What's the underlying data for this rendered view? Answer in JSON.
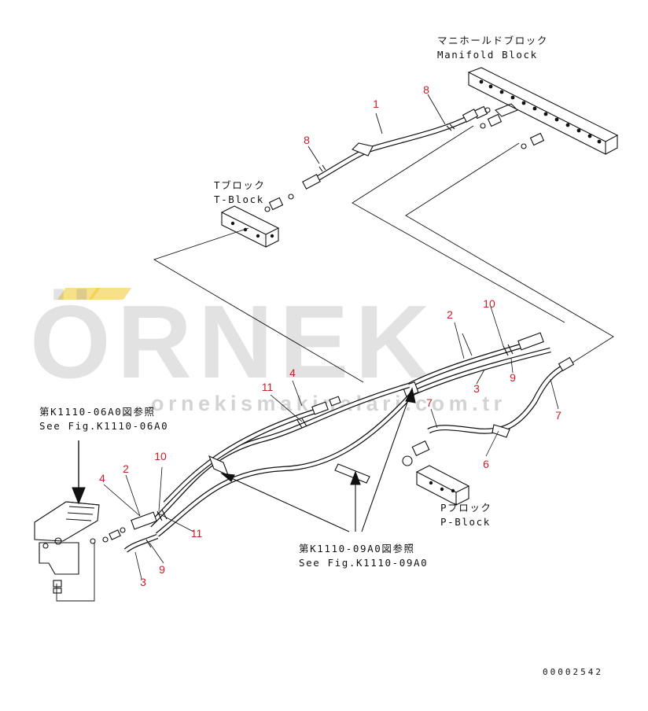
{
  "manifold_label": {
    "jp": "マニホールドブロック",
    "en": "Manifold Block"
  },
  "t_block_label": {
    "jp": "Tブロック",
    "en": "T-Block"
  },
  "p_block_label": {
    "jp": "Pブロック",
    "en": "P-Block"
  },
  "ref_pedal": {
    "jp": "第K1110-06A0図参照",
    "en": "See Fig.K1110-06A0"
  },
  "ref_clamps": {
    "jp": "第K1110-09A0図参照",
    "en": "See Fig.K1110-09A0"
  },
  "watermark": {
    "brand": "ÖRNEK",
    "url": "ornekismakinalari.com.tr"
  },
  "drawing_number": "00002542",
  "callouts": {
    "c1": "1",
    "c8a": "8",
    "c8b": "8",
    "c2a": "2",
    "c10a": "10",
    "c3a": "3",
    "c9a": "9",
    "c7a": "7",
    "c7b": "7",
    "c6": "6",
    "c4a": "4",
    "c11a": "11",
    "c10b": "10",
    "c2b": "2",
    "c4b": "4",
    "c11b": "11",
    "c3b": "3",
    "c9b": "9"
  },
  "colors": {
    "line": "#111111",
    "callout": "#c8202a",
    "watermark_accent": "#f2c428"
  }
}
